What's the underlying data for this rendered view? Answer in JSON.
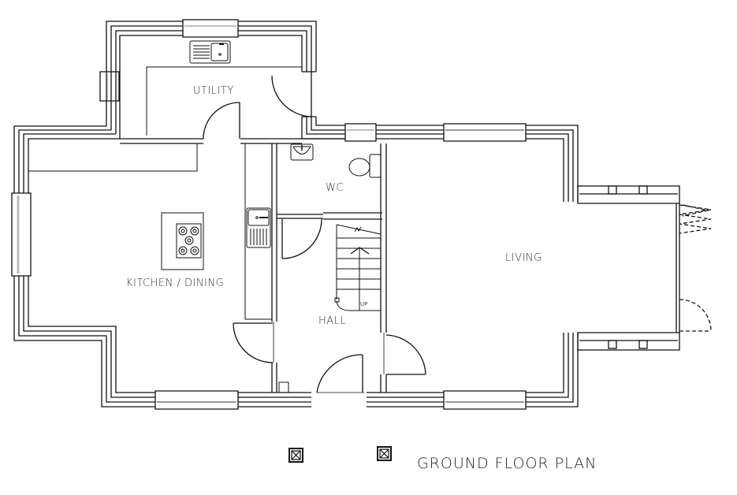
{
  "drawing": {
    "title": "GROUND FLOOR PLAN",
    "line_color": "#111111",
    "glazing_color": "#c8c8c8"
  },
  "rooms": [
    {
      "id": "utility",
      "label": "UTILITY"
    },
    {
      "id": "kitchen-dining",
      "label": "KITCHEN / DINING"
    },
    {
      "id": "wc",
      "label": "WC"
    },
    {
      "id": "hall",
      "label": "HALL"
    },
    {
      "id": "living",
      "label": "LIVING"
    }
  ],
  "stairs": {
    "direction_label": "UP"
  },
  "legend": {
    "symbols": [
      "box-cross-symbol",
      "box-cross-symbol"
    ]
  }
}
